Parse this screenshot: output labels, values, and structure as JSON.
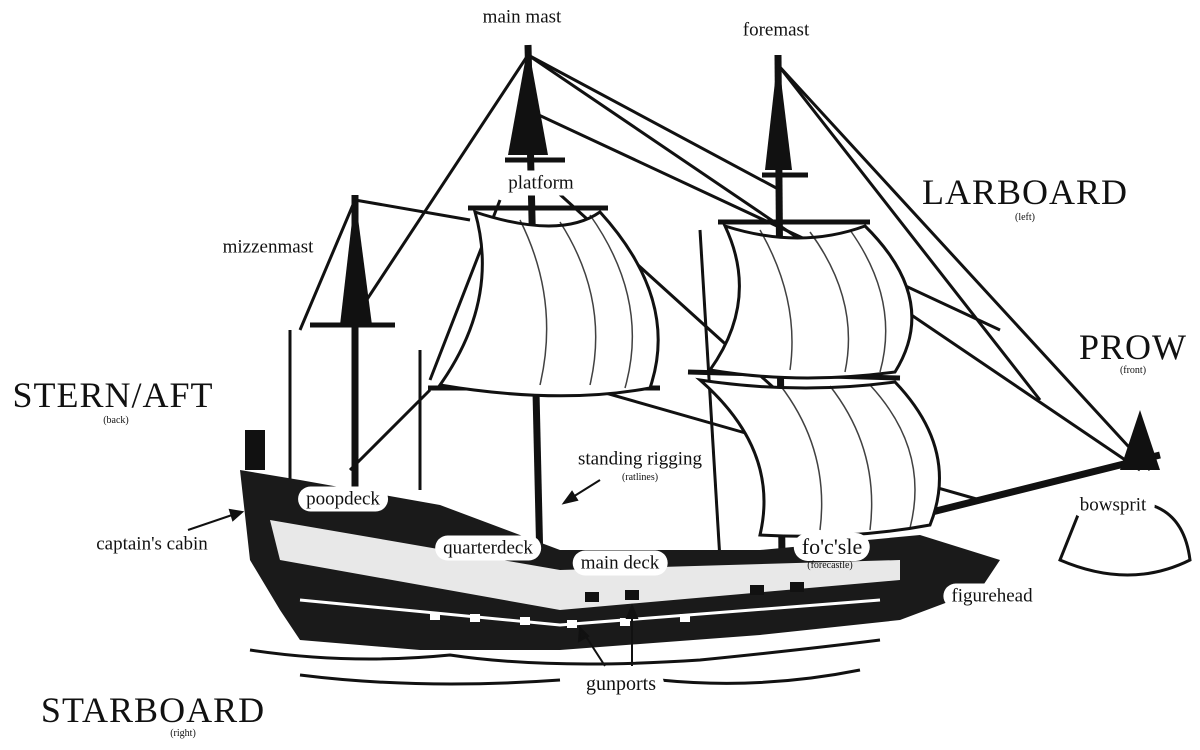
{
  "labels": {
    "main_mast": "main mast",
    "foremast": "foremast",
    "larboard": "LARBOARD",
    "larboard_note": "(left)",
    "platform": "platform",
    "mizzenmast": "mizzenmast",
    "prow": "PROW",
    "prow_note": "(front)",
    "stern_aft": "STERN/AFT",
    "stern_note": "(back)",
    "standing_rigging": "standing rigging",
    "standing_rigging_note": "(ratlines)",
    "poopdeck": "poopdeck",
    "bowsprit": "bowsprit",
    "captains_cabin": "captain's cabin",
    "quarterdeck": "quarterdeck",
    "main_deck": "main deck",
    "focsle": "fo'c'sle",
    "focsle_note": "(forecastle)",
    "figurehead": "figurehead",
    "gunports": "gunports",
    "starboard": "STARBOARD",
    "starboard_note": "(right)"
  }
}
